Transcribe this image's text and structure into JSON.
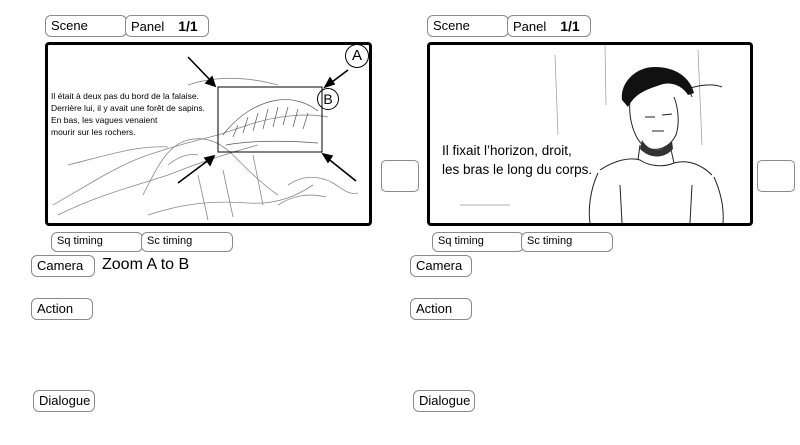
{
  "left_board": {
    "scene_label": "Scene",
    "panel_label": "Panel",
    "panel_number": "1/1",
    "caption_lines": [
      "Il était à deux pas du bord de la falaise.",
      "Derrière lui, il y avait une forêt de sapins.",
      "En bas, les vagues venaient",
      "mourir sur les rochers."
    ],
    "marker_a": "A",
    "marker_b": "B",
    "sq_timing_label": "Sq timing",
    "sc_timing_label": "Sc timing",
    "camera_label": "Camera",
    "camera_note": "Zoom A to B",
    "action_label": "Action",
    "dialogue_label": "Dialogue"
  },
  "right_board": {
    "scene_label": "Scene",
    "panel_label": "Panel",
    "panel_number": "1/1",
    "caption_lines": [
      "Il fixait l’horizon, droit,",
      "les bras le long du corps."
    ],
    "sq_timing_label": "Sq timing",
    "sc_timing_label": "Sc timing",
    "camera_label": "Camera",
    "action_label": "Action",
    "dialogue_label": "Dialogue"
  }
}
